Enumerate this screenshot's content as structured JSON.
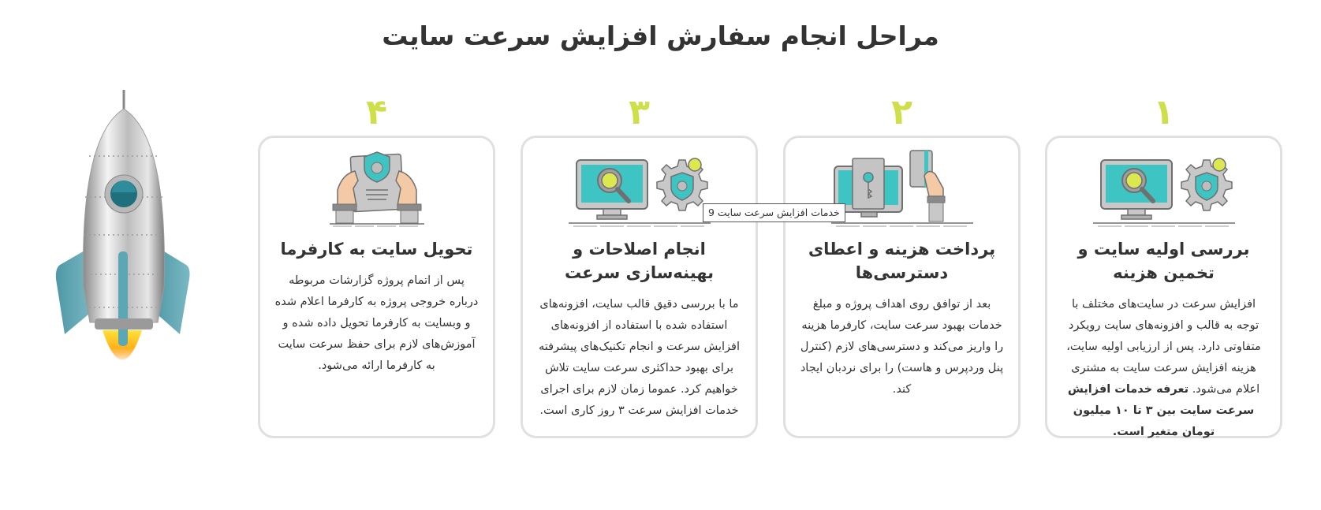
{
  "header": {
    "title": "مراحل انجام سفارش افزایش سرعت سایت"
  },
  "colors": {
    "step_number": "#cfdf4a",
    "card_border": "#e0e0e0",
    "teal": "#3ec5c3",
    "text": "#333333"
  },
  "steps": [
    {
      "number": "۱",
      "icon": "monitor-search-gear-shield-icon",
      "title": "بررسی اولیه سایت و تخمین هزینه",
      "body": "افزایش سرعت در سایت‌های مختلف با توجه به قالب و افزونه‌های سایت رویکرد متفاوتی دارد. پس از ارزیابی اولیه سایت، هزینه افزایش سرعت سایت به مشتری اعلام می‌شود.",
      "body_bold": "تعرفه خدمات افزایش سرعت سایت بین ۳ تا ۱۰ میلیون تومان متغیر است."
    },
    {
      "number": "۲",
      "icon": "monitor-key-credit-card-icon",
      "title": "پرداخت هزینه و اعطای دسترسی‌ها",
      "body": "بعد از توافق روی اهداف پروژه و مبلغ خدمات بهبود سرعت سایت، کارفرما هزینه را واریز می‌کند و دسترسی‌های لازم (کنترل پنل وردپرس و هاست) را برای نردبان ایجاد کند."
    },
    {
      "number": "۳",
      "icon": "monitor-search-gear-shield-icon",
      "title": "انجام اصلاحات و بهینه‌سازی سرعت",
      "body": "ما با بررسی دقیق قالب سایت، افزونه‌های استفاده شده با استفاده از افزونه‌های افزایش سرعت و انجام تکنیک‌های پیشرفته برای بهبود حداکثری سرعت سایت تلاش خواهیم کرد. عموما زمان لازم برای اجرای خدمات افزایش سرعت ۳ روز کاری است."
    },
    {
      "number": "۴",
      "icon": "hands-document-shield-icon",
      "title": "تحویل سایت به کارفرما",
      "body": "پس از اتمام پروژه گزارشات مربوطه درباره خروجی پروژه به کارفرما اعلام شده و وبسایت به کارفرما تحویل داده شده و آموزش‌های لازم برای حفظ سرعت سایت به کارفرما ارائه می‌شود."
    }
  ],
  "tooltip": {
    "text": "خدمات افزایش سرعت سایت 9"
  },
  "decoration": {
    "rocket": "rocket-illustration"
  }
}
